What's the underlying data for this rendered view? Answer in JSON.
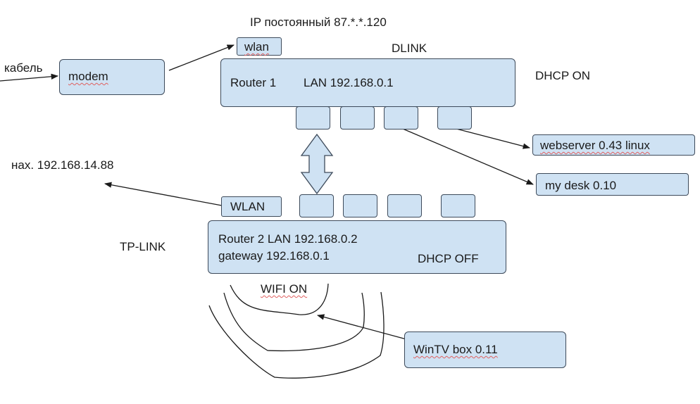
{
  "colors": {
    "box_fill": "#cfe2f3",
    "box_border": "#3d4a5a",
    "line": "#1a1a1a",
    "spellcheck_underline": "#e06060"
  },
  "labels": {
    "cable": "кабель",
    "ip_static": "IP постоянный 87.*.*.120",
    "dlink": "DLINK",
    "dhcp_on": "DHCP ON",
    "wlan_ip": "нах. 192.168.14.88",
    "tplink": "TP-LINK",
    "wifi_on": "WIFI ON"
  },
  "nodes": {
    "modem": "modem",
    "wlan_small": "wlan",
    "router1": {
      "name": "Router 1",
      "lan": "LAN 192.168.0.1"
    },
    "webserver": "webserver 0.43 linux",
    "mydesk": "my desk 0.10",
    "wlan2": "WLAN",
    "router2": {
      "line1": "Router 2  LAN 192.168.0.2",
      "line2": "gateway 192.168.0.1",
      "dhcp": "DHCP OFF"
    },
    "wintv": "WinTV box 0.11"
  }
}
